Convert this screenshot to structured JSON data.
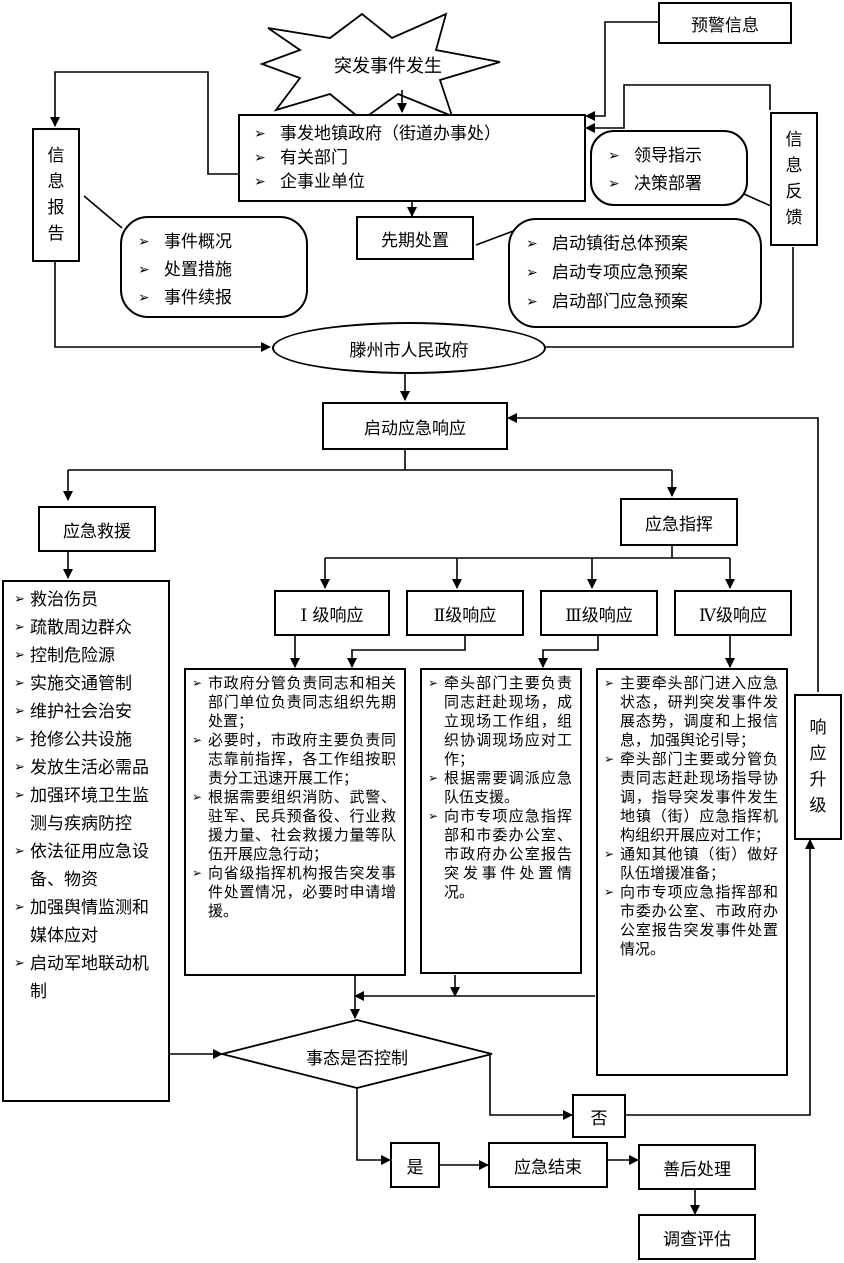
{
  "top": {
    "burst": "突发事件发生",
    "warning": "预警信息",
    "units": [
      "事发地镇政府（街道办事处）",
      "有关部门",
      "企事业单位"
    ],
    "report": [
      "信",
      "息",
      "报",
      "告"
    ],
    "report_callout": [
      "事件概况",
      "处置措施",
      "事件续报"
    ],
    "feedback": [
      "信",
      "息",
      "反",
      "馈"
    ],
    "feedback_callout": [
      "领导指示",
      "决策部署"
    ],
    "initial": "先期处置",
    "initial_callout": [
      "启动镇街总体预案",
      "启动专项应急预案",
      "启动部门应急预案"
    ],
    "government": "滕州市人民政府"
  },
  "middle": {
    "start": "启动应急响应",
    "rescue": "应急救援",
    "command": "应急指挥",
    "upgrade": [
      "响",
      "应",
      "升",
      "级"
    ],
    "levels": [
      "I 级响应",
      "Ⅱ级响应",
      "Ⅲ级响应",
      "Ⅳ级响应"
    ]
  },
  "rescue_items": [
    "救治伤员",
    "疏散周边群众",
    "控制危险源",
    "实施交通管制",
    "维护社会治安",
    "抢修公共设施",
    "发放生活必需品",
    "加强环境卫生监测与疾病防控",
    "依法征用应急设备、物资",
    "加强舆情监测和媒体应对",
    "启动军地联动机制"
  ],
  "level1_items": [
    "市政府分管负责同志和相关部门单位负责同志组织先期处置；",
    "必要时，市政府主要负责同志靠前指挥，各工作组按职责分工迅速开展工作；",
    "根据需要组织消防、武警、驻军、民兵预备役、行业救援力量、社会救援力量等队伍开展应急行动；",
    "向省级指挥机构报告突发事件处置情况，必要时申请增援。"
  ],
  "level23_items": [
    "牵头部门主要负责同志赶赴现场，成立现场工作组，组织协调现场应对工作；",
    "根据需要调派应急队伍支援。",
    "向市专项应急指挥部和市委办公室、市政府办公室报告突发事件处置情况。"
  ],
  "level4_items": [
    "主要牵头部门进入应急状态，研判突发事件发展态势，调度和上报信息，加强舆论引导；",
    "牵头部门主要或分管负责同志赶赴现场指导协调，指导突发事件发生地镇（街）应急指挥机构组织开展应对工作；",
    "通知其他镇（街）做好队伍增援准备；",
    "向市专项应急指挥部和市委办公室、市政府办公室报告突发事件处置情况。"
  ],
  "bottom": {
    "decision": "事态是否控制",
    "no": "否",
    "yes": "是",
    "end": "应急结束",
    "aftermath": "善后处理",
    "evaluation": "调查评估"
  }
}
